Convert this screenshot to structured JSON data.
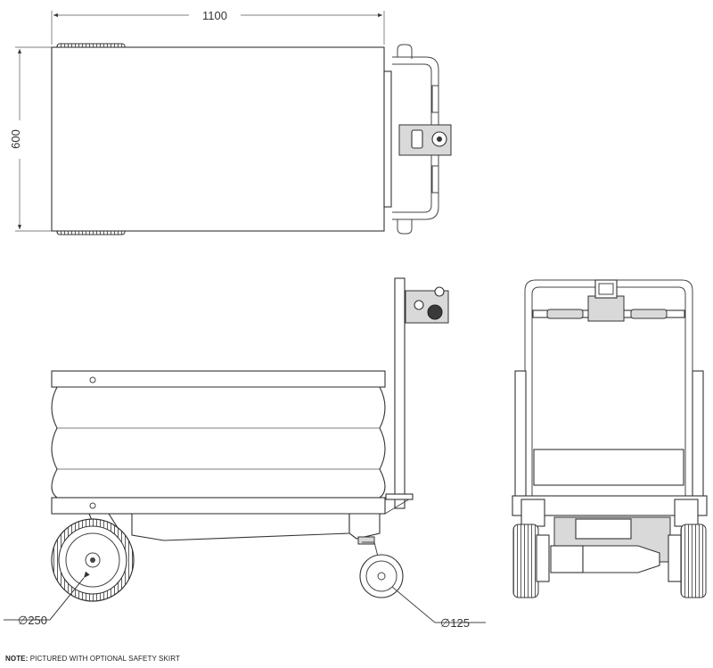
{
  "dimensions": {
    "length": "1100",
    "width": "600",
    "big_wheel": "∅250",
    "small_wheel": "∅125"
  },
  "note": {
    "prefix": "NOTE:",
    "text": " PICTURED WITH OPTIONAL SAFETY SKIRT"
  }
}
